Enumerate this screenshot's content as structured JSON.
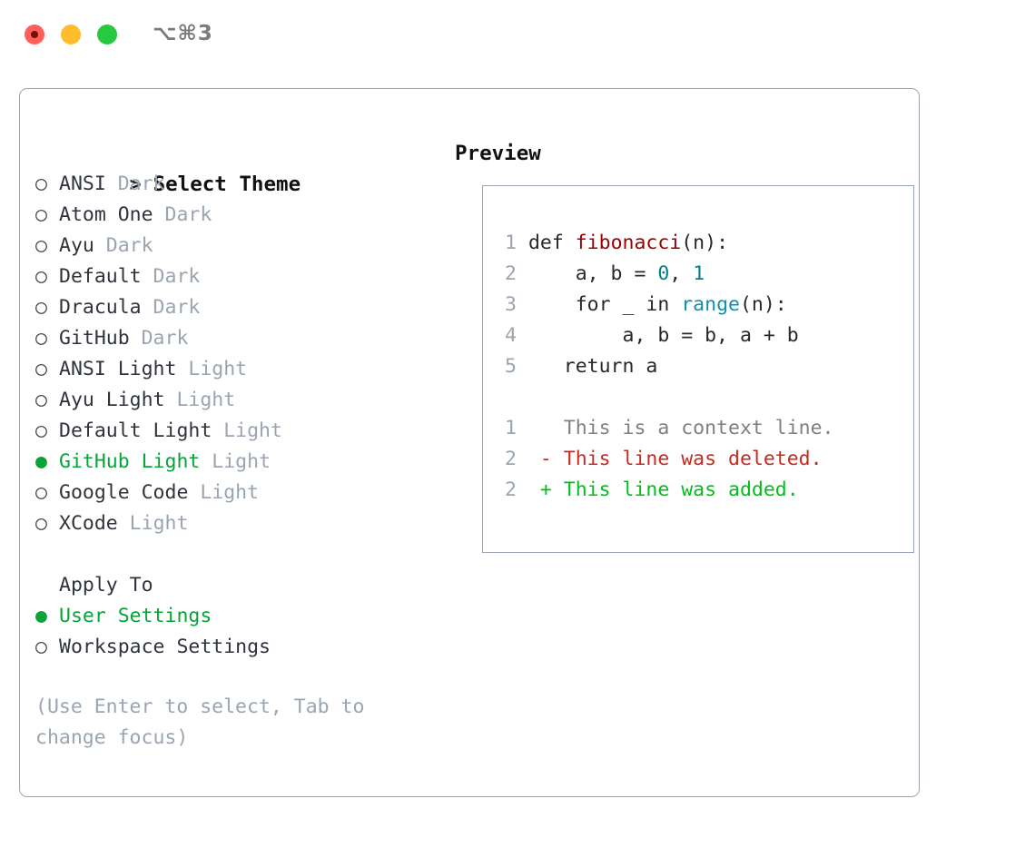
{
  "window": {
    "title": "⌥⌘3",
    "traffic_lights": [
      {
        "name": "close",
        "color": "#ff6058"
      },
      {
        "name": "minimize",
        "color": "#ffbd2e"
      },
      {
        "name": "maximize",
        "color": "#28c840"
      }
    ]
  },
  "accent": {
    "selected_green": "#0aa33a",
    "muted": "#9aa5b1",
    "text": "#2f333b",
    "border": "#9aa5b1"
  },
  "theme_list": {
    "header": {
      "marker": ">",
      "label": "Select Theme"
    },
    "items": [
      {
        "marker": "○",
        "label": "ANSI",
        "badge": "Dark",
        "selected": false
      },
      {
        "marker": "○",
        "label": "Atom One",
        "badge": "Dark",
        "selected": false
      },
      {
        "marker": "○",
        "label": "Ayu",
        "badge": "Dark",
        "selected": false
      },
      {
        "marker": "○",
        "label": "Default",
        "badge": "Dark",
        "selected": false
      },
      {
        "marker": "○",
        "label": "Dracula",
        "badge": "Dark",
        "selected": false
      },
      {
        "marker": "○",
        "label": "GitHub",
        "badge": "Dark",
        "selected": false
      },
      {
        "marker": "○",
        "label": "ANSI Light",
        "badge": "Light",
        "selected": false
      },
      {
        "marker": "○",
        "label": "Ayu Light",
        "badge": "Light",
        "selected": false
      },
      {
        "marker": "○",
        "label": "Default Light",
        "badge": "Light",
        "selected": false
      },
      {
        "marker": "●",
        "label": "GitHub Light",
        "badge": "Light",
        "selected": true
      },
      {
        "marker": "○",
        "label": "Google Code",
        "badge": "Light",
        "selected": false
      },
      {
        "marker": "○",
        "label": "XCode",
        "badge": "Light",
        "selected": false
      }
    ]
  },
  "apply_to": {
    "header": "Apply To",
    "items": [
      {
        "marker": "●",
        "label": "User Settings",
        "selected": true
      },
      {
        "marker": "○",
        "label": "Workspace Settings",
        "selected": false
      }
    ]
  },
  "hint": "(Use Enter to select, Tab to change focus)",
  "preview": {
    "title": "Preview",
    "code_lines": [
      {
        "num": "1",
        "tokens": [
          {
            "t": "def ",
            "c": "tok-plain"
          },
          {
            "t": "fibonacci",
            "c": "tok-fn"
          },
          {
            "t": "(n):",
            "c": "tok-plain"
          }
        ]
      },
      {
        "num": "2",
        "tokens": [
          {
            "t": "    a, b = ",
            "c": "tok-plain"
          },
          {
            "t": "0",
            "c": "tok-num"
          },
          {
            "t": ", ",
            "c": "tok-plain"
          },
          {
            "t": "1",
            "c": "tok-num"
          }
        ]
      },
      {
        "num": "3",
        "tokens": [
          {
            "t": "    for _ in ",
            "c": "tok-plain"
          },
          {
            "t": "range",
            "c": "tok-builtin"
          },
          {
            "t": "(n):",
            "c": "tok-plain"
          }
        ]
      },
      {
        "num": "4",
        "tokens": [
          {
            "t": "        a, b = b, a + b",
            "c": "tok-plain"
          }
        ]
      },
      {
        "num": "5",
        "tokens": [
          {
            "t": "   return a",
            "c": "tok-plain"
          }
        ]
      }
    ],
    "diff_lines": [
      {
        "num": "1",
        "sign": "  ",
        "text": "This is a context line.",
        "kind": "diff-ctx"
      },
      {
        "num": "2",
        "sign": "- ",
        "text": "This line was deleted.",
        "kind": "diff-del"
      },
      {
        "num": "2",
        "sign": "+ ",
        "text": "This line was added.",
        "kind": "diff-add"
      }
    ]
  }
}
